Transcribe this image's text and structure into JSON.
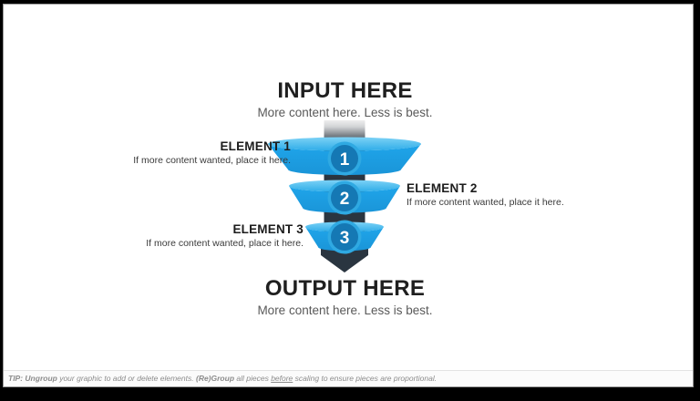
{
  "slide": {
    "input_title": "INPUT HERE",
    "input_subtitle": "More content here. Less is best.",
    "output_title": "OUTPUT HERE",
    "output_subtitle": "More content here. Less is best.",
    "elements": [
      {
        "label": "ELEMENT 1",
        "caption": "If more content wanted, place it here.",
        "number": "1"
      },
      {
        "label": "ELEMENT 2",
        "caption": "If more content wanted, place it here.",
        "number": "2"
      },
      {
        "label": "ELEMENT 3",
        "caption": "If more content wanted, place it here.",
        "number": "3"
      }
    ]
  },
  "footer": {
    "tip_bold_1": "TIP: Ungroup",
    "tip_text_1": " your graphic to add or delete elements. ",
    "tip_bold_2": "(Re)Group",
    "tip_text_2": " all pieces ",
    "tip_underline": "before",
    "tip_text_3": " scaling to ensure pieces are proportional."
  },
  "colors": {
    "funnel_body_blue": "#1FA5EA",
    "funnel_rim_blue": "#55C2F2",
    "stem_dark": "#2A3540",
    "badge_fill": "#1578B4",
    "badge_ring": "#2FA9E2",
    "title_text": "#1F1F1F",
    "subtitle_text": "#595959",
    "tip_text": "#8C8C8C"
  }
}
